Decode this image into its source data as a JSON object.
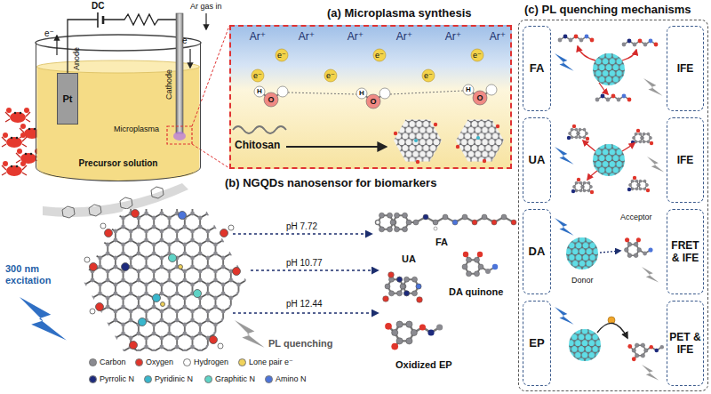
{
  "diagram": {
    "nodes": [
      {
        "text": [
          "Precursor solution"
        ]
      },
      {
        "text": [
          "Pt"
        ]
      },
      {
        "text": [
          "(a) Microplasma synthesis"
        ]
      },
      {
        "text": [
          "(c) PL quenching mechanisms"
        ]
      },
      {
        "text": [
          "FA"
        ],
        "in": 3
      },
      {
        "text": [
          "IFE"
        ],
        "in": 3
      },
      {
        "text": [
          "UA"
        ],
        "in": 3
      },
      {
        "text": [
          "IFE"
        ],
        "in": 3
      },
      {
        "text": [
          "DA"
        ],
        "in": 3
      },
      {
        "text": [
          "FRET & IFE"
        ],
        "in": 3
      },
      {
        "text": [
          "EP"
        ],
        "in": 3
      },
      {
        "text": [
          "PET & IFE"
        ],
        "in": 3
      }
    ],
    "labels": [
      "DC",
      "Ar gas in",
      "e⁻",
      "e⁻",
      "Anode",
      "Cathode",
      "Microplasma",
      "Ar⁺",
      "Ar⁺",
      "Ar⁺",
      "Ar⁺",
      "Ar⁺",
      "Ar⁺",
      "e⁻",
      "e⁻",
      "e⁻",
      "e⁻",
      "e⁻",
      "e⁻",
      "H",
      "O",
      "H",
      "O",
      "H",
      "O",
      "Chitosan",
      "(b) NGQDs nanosensor for biomarkers",
      "300 nm excitation",
      "pH 7.72",
      "pH 10.77",
      "pH 12.44",
      "FA",
      "UA",
      "DA quinone",
      "Oxidized EP",
      "PL quenching",
      "Acceptor",
      "Donor"
    ],
    "legend": [
      {
        "text": "Carbon",
        "color": "#8a8a90"
      },
      {
        "text": "Oxygen",
        "color": "#e0352b"
      },
      {
        "text": "Hydrogen",
        "color": "#ffffff"
      },
      {
        "text": "Lone pair e⁻",
        "color": "#f0d25a"
      },
      {
        "text": "Pyrrolic N",
        "color": "#1d2a7c"
      },
      {
        "text": "Pyridinic N",
        "color": "#39b6cc"
      },
      {
        "text": "Graphitic N",
        "color": "#5fd3c6"
      },
      {
        "text": "Amino N",
        "color": "#4c74d9"
      }
    ]
  }
}
